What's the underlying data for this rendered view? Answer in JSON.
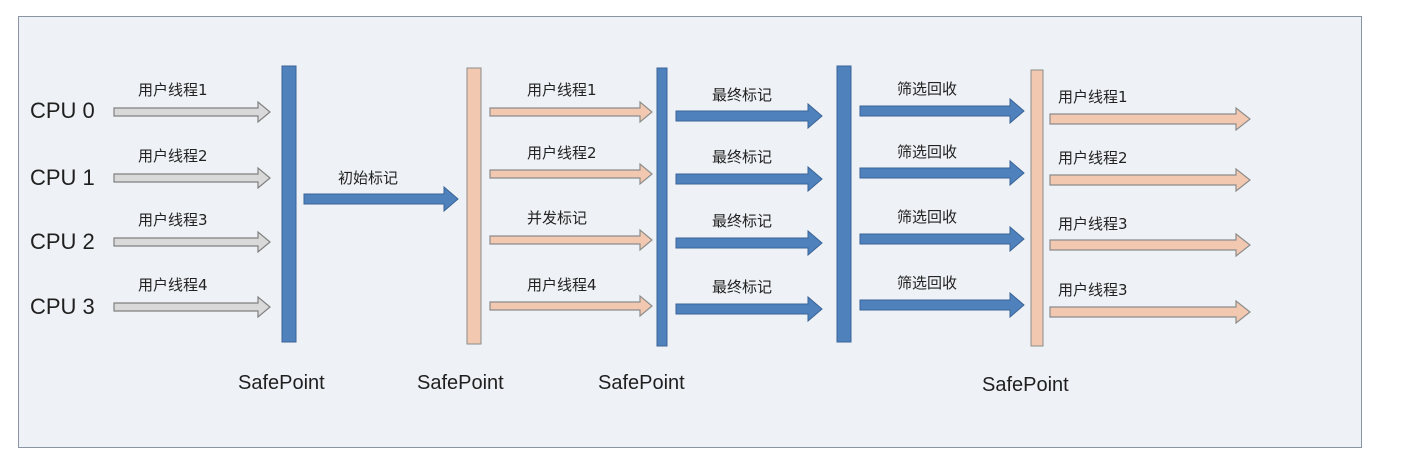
{
  "colors": {
    "panel_bg": "#eef1f5",
    "panel_border": "#8a94a2",
    "blue_fill": "#4f81bd",
    "blue_stroke": "#3a6496",
    "peach_fill": "#f2c9b0",
    "peach_stroke": "#8c8c8c",
    "gray_fill": "#d9d9d9",
    "gray_stroke": "#808080"
  },
  "cpus": [
    "CPU 0",
    "CPU 1",
    "CPU 2",
    "CPU 3"
  ],
  "stage1_threads": [
    "用户线程1",
    "用户线程2",
    "用户线程3",
    "用户线程4"
  ],
  "initial_mark": "初始标记",
  "stage3_lanes": [
    "用户线程1",
    "用户线程2",
    "并发标记",
    "用户线程4"
  ],
  "final_mark_lanes": [
    "最终标记",
    "最终标记",
    "最终标记",
    "最终标记"
  ],
  "filter_lanes": [
    "筛选回收",
    "筛选回收",
    "筛选回收",
    "筛选回收"
  ],
  "resume_lanes": [
    "用户线程1",
    "用户线程2",
    "用户线程3",
    "用户线程3"
  ],
  "safepoint_labels": [
    "SafePoint",
    "SafePoint",
    "SafePoint",
    "SafePoint"
  ]
}
